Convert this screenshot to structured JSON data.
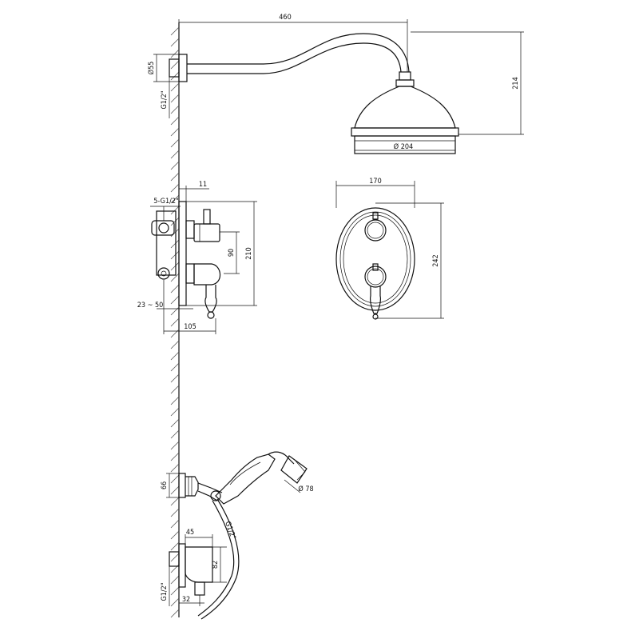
{
  "dimensions": {
    "arm_length": "460",
    "flange_dia": "Ø55",
    "arm_thread": "G1/2\"",
    "head_drop": "214",
    "head_dia": "Ø 204",
    "mixer_thickness": "11",
    "mixer_inlets": "5-G1/2\"",
    "mixer_height": "210",
    "handle_spacing": "90",
    "install_depth": "23 ~ 50",
    "mixer_projection": "105",
    "plate_width": "170",
    "plate_height": "242",
    "holder_height": "66",
    "hand_thread": "G1/2\"",
    "hand_head_dia": "Ø 78",
    "spout_width": "45",
    "spout_height": "82",
    "spout_thread": "G1/2\"",
    "spout_offset": "32"
  },
  "colors": {
    "line": "#111111",
    "background": "#ffffff"
  }
}
